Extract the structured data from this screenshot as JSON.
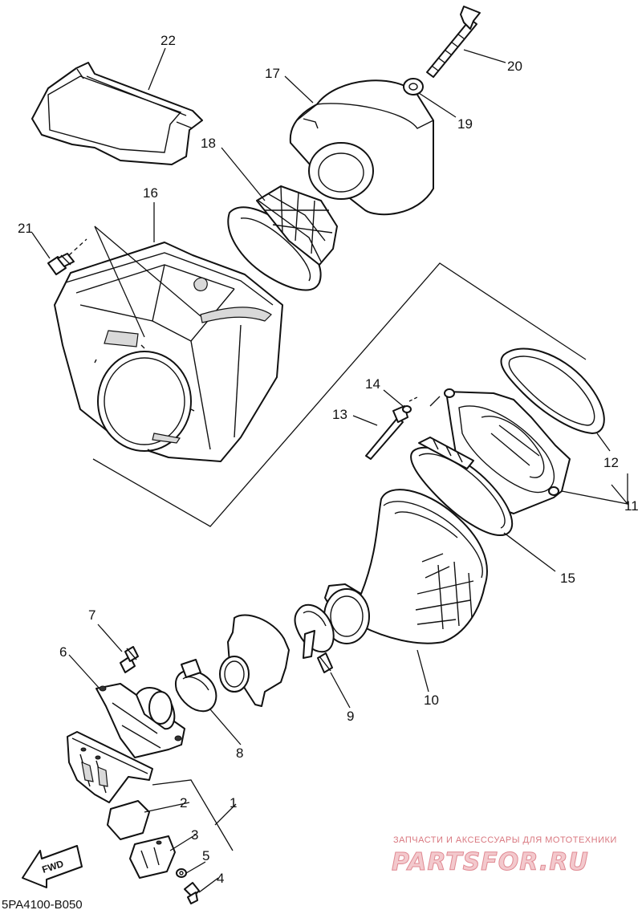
{
  "callouts": {
    "c1": "1",
    "c2": "2",
    "c3": "3",
    "c4": "4",
    "c5": "5",
    "c6": "6",
    "c7": "7",
    "c8": "8",
    "c9": "9",
    "c10": "10",
    "c11": "11",
    "c12": "12",
    "c13": "13",
    "c14": "14",
    "c15": "15",
    "c16": "16",
    "c17": "17",
    "c18": "18",
    "c19": "19",
    "c20": "20",
    "c21": "21",
    "c22": "22"
  },
  "fwd_arrow_label": "FWD",
  "diagram_code": "5PA4100-B050",
  "watermark": {
    "tagline": "ЗАПЧАСТИ И АКСЕССУАРЫ ДЛЯ МОТОТЕХНИКИ",
    "brand": "PARTSFOR.RU"
  },
  "colors": {
    "line": "#111111",
    "watermark": "#e08a93"
  }
}
